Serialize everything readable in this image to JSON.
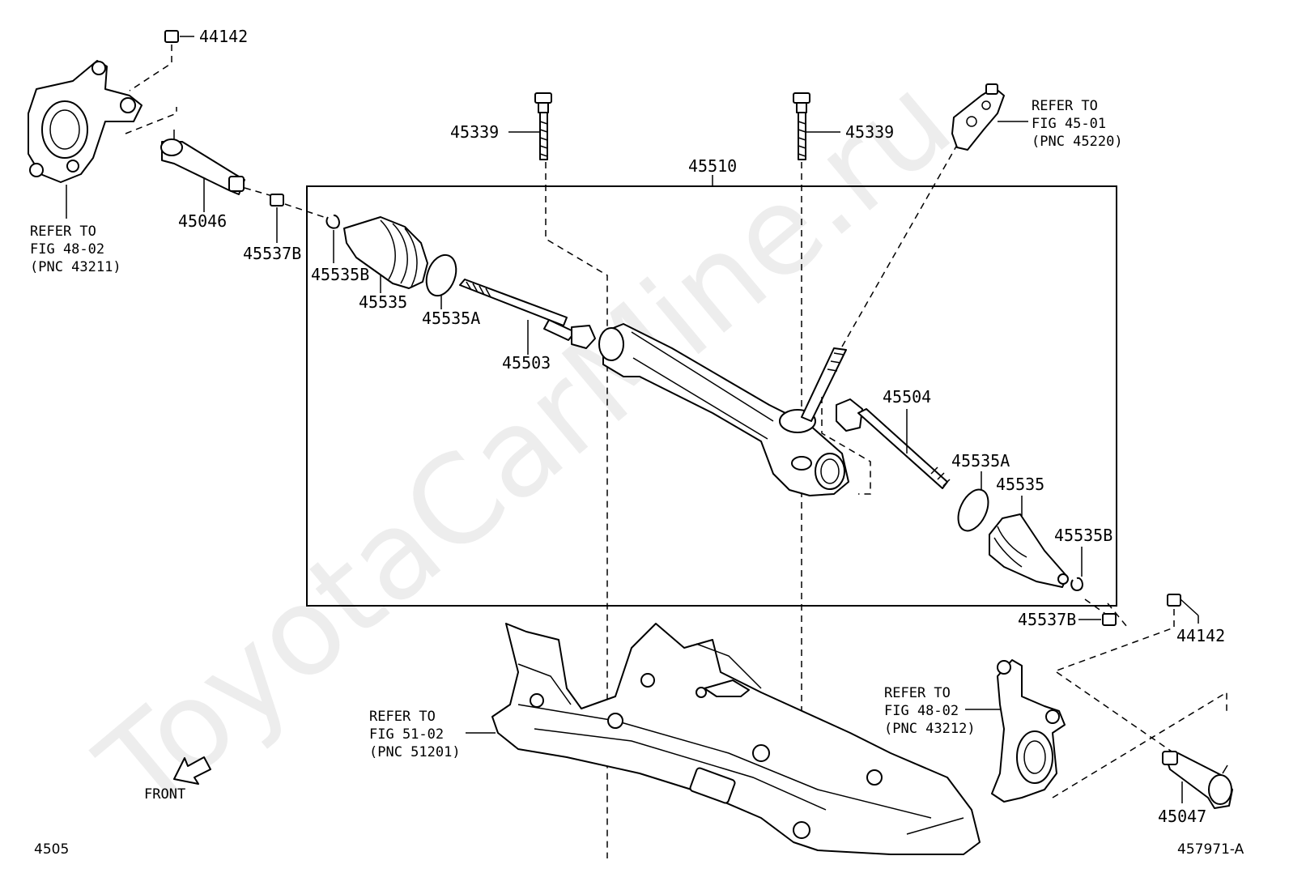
{
  "watermark": "ToyotaCarMine.ru",
  "parts": {
    "p44142_top": "44142",
    "p45339_left": "45339",
    "p45339_right": "45339",
    "p45510": "45510",
    "p45046": "45046",
    "p45537B_left": "45537B",
    "p45535B_left": "45535B",
    "p45535_left": "45535",
    "p45535A_left": "45535A",
    "p45503": "45503",
    "p45504": "45504",
    "p45535A_right": "45535A",
    "p45535_right": "45535",
    "p45535B_right": "45535B",
    "p45537B_right": "45537B",
    "p44142_right": "44142",
    "p45047": "45047"
  },
  "refs": {
    "knuckle_left": [
      "REFER TO",
      "FIG 48-02",
      "(PNC 43211)"
    ],
    "column": [
      "REFER TO",
      "FIG 45-01",
      "(PNC 45220)"
    ],
    "crossmember": [
      "REFER TO",
      "FIG 51-02",
      "(PNC 51201)"
    ],
    "knuckle_right": [
      "REFER TO",
      "FIG 48-02",
      "(PNC 43212)"
    ]
  },
  "front_label": "FRONT",
  "page_code": "4505",
  "figure_code": "457971-A"
}
